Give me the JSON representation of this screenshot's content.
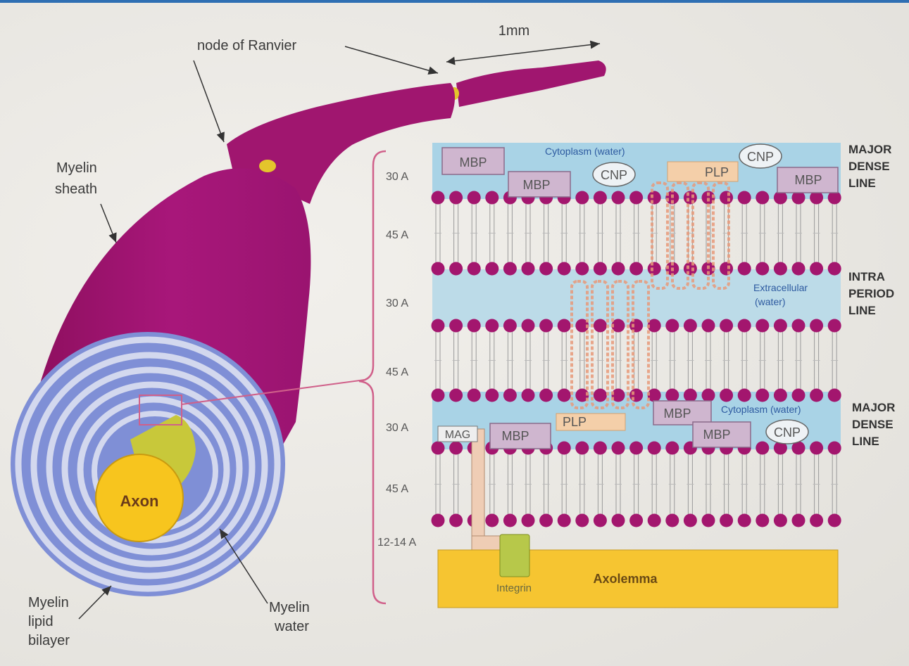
{
  "labels": {
    "node_of_ranvier": "node of Ranvier",
    "scale": "1mm",
    "myelin_sheath": [
      "Myelin",
      "sheath"
    ],
    "axon": "Axon",
    "myelin_lipid_bilayer": [
      "Myelin",
      "lipid",
      "bilayer"
    ],
    "myelin_water": [
      "Myelin",
      "water"
    ]
  },
  "spacings": {
    "a1": "30 A",
    "a2": "45 A",
    "a3": "30 A",
    "a4": "45 A",
    "a5": "30 A",
    "a6": "45 A",
    "a7": "12-14 A"
  },
  "side_labels": {
    "major_dense_1": [
      "MAJOR",
      "DENSE",
      "LINE"
    ],
    "intra_period": [
      "INTRA",
      "PERIOD",
      "LINE"
    ],
    "major_dense_2": [
      "MAJOR",
      "DENSE",
      "LINE"
    ]
  },
  "region_labels": {
    "cytoplasm_top": "Cytoplasm (water)",
    "extracellular": [
      "Extracellular",
      "(water)"
    ],
    "cytoplasm_bottom": "Cytoplasm (water)"
  },
  "proteins": {
    "mbp": "MBP",
    "cnp": "CNP",
    "plp": "PLP",
    "mag": "MAG",
    "integrin": "Integrin"
  },
  "axolemma": "Axolemma",
  "colors": {
    "myelin_purple": "#a0166f",
    "spiral_blue": "#7f8fd6",
    "spiral_light": "#d3d8ee",
    "axon_yellow": "#f7c51e",
    "headgroup": "#a3166e",
    "water_blue": "#a9d3e6",
    "plp_orange": "#f0b79a"
  }
}
